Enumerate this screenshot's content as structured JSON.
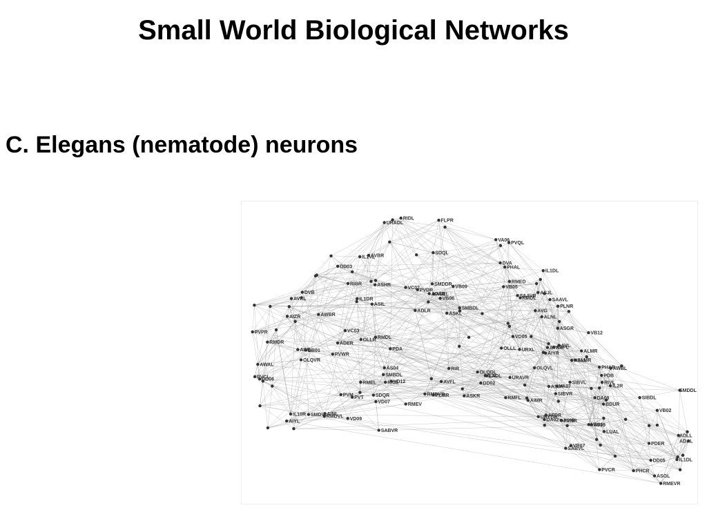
{
  "title": "Small World Biological Networks",
  "subtitle": "C. Elegans (nematode) neurons",
  "figure": {
    "node_color": "#333333",
    "edge_color": "#9a9a9a",
    "labels": [
      "ASJL",
      "AIMR",
      "ASJR",
      "AINL",
      "ASIR",
      "ALMR",
      "PHAR",
      "PHAL",
      "PVM",
      "PHCR",
      "AIML",
      "HSNL",
      "ASIL",
      "ASGL",
      "ASEL",
      "AWBL",
      "AWBR",
      "ADLR",
      "ADLL",
      "ALMR",
      "AVFL",
      "IL2R",
      "IL2L",
      "PLNR",
      "PVQL",
      "ADFL",
      "ASGR",
      "PVDR",
      "PLMR",
      "FLPR",
      "IL1VL",
      "IL1DL",
      "ASHR",
      "SDQL",
      "BDUR",
      "EADL",
      "URXL",
      "AWAL",
      "ASKL",
      "ALNL",
      "ASKR",
      "ADER",
      "PDER",
      "PVCL",
      "AVG",
      "LUAL",
      "SDQR",
      "ADAL",
      "PVWR",
      "AFDR",
      "OLLL",
      "AIYL",
      "AIZR",
      "RIR",
      "RICL",
      "PVT",
      "ADAR",
      "PVPR",
      "PVNR",
      "PVCR",
      "URAVR",
      "URADL",
      "OLLR",
      "OLQVL",
      "AIYR",
      "URYDR",
      "SAAVL",
      "DVA",
      "AVKR",
      "PDA",
      "VC02",
      "IL1DR",
      "OLQVR",
      "IL1DL",
      "OLQDL",
      "RIVL",
      "SMBDL",
      "SMDVL",
      "RIDL",
      "SAAVR",
      "AVKL",
      "DVB",
      "VB01",
      "AVL",
      "VC03",
      "VB02",
      "IL10R",
      "RMEV",
      "RIBR",
      "RMFL",
      "RMEL",
      "SMBDL",
      "RMDL",
      "SIBVL",
      "SIBVR",
      "AVBR",
      "VB12",
      "DB01",
      "VB09",
      "VA07",
      "VB05",
      "VB06",
      "RMED",
      "RMEVR",
      "RMDL",
      "SIBDL",
      "RMDR",
      "RMDVR",
      "SMDDL",
      "SMDDR",
      "RMDVL",
      "SABVR",
      "SABVL",
      "DA09",
      "DA02",
      "AS04",
      "VD05",
      "VA06",
      "DD05",
      "DD06",
      "VD07",
      "VB07",
      "DD02",
      "DD03",
      "VD09",
      "PDB",
      "VD12",
      "AS09"
    ]
  }
}
